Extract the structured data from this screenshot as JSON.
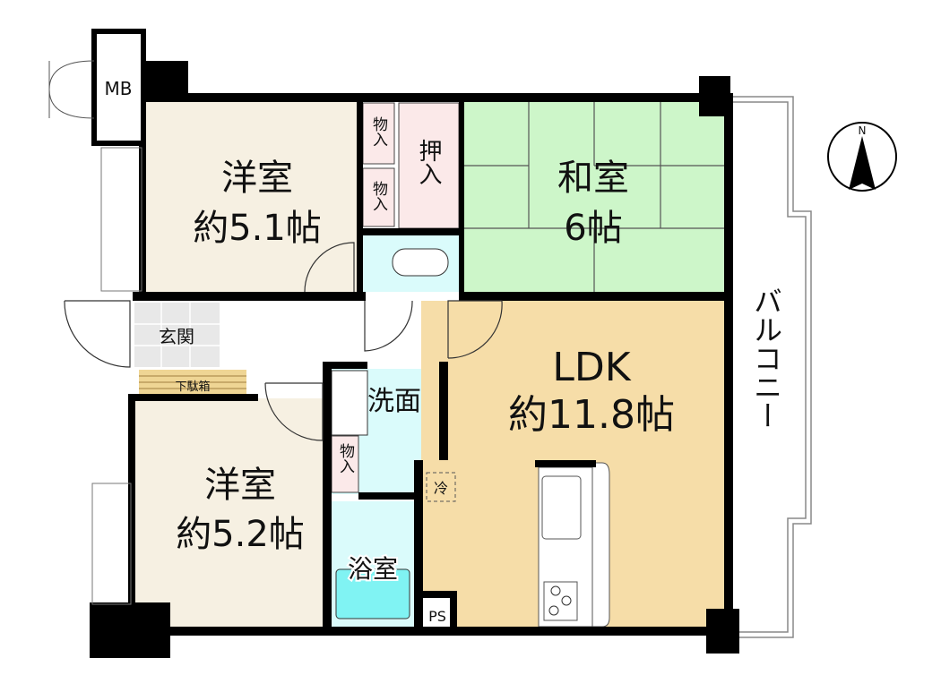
{
  "plan": {
    "mb_label": "MB",
    "compass_label": "N",
    "balcony_label": "バルコニー",
    "rooms": {
      "western1": {
        "name": "洋室",
        "size": "約5.1帖"
      },
      "japanese": {
        "name": "和室",
        "size": "6帖"
      },
      "ldk": {
        "name": "LDK",
        "size": "約11.8帖"
      },
      "western2": {
        "name": "洋室",
        "size": "約5.2帖"
      },
      "washroom": "洗面",
      "bath": "浴室",
      "entrance": "玄関",
      "shoe_box": "下駄箱",
      "closet": "物入",
      "oshiire": "押入",
      "fridge": "冷",
      "ps": "PS"
    },
    "colors": {
      "western": "#f6f0e2",
      "japanese": "#cdf6c9",
      "ldk": "#f6dda8",
      "wet": "#dafbfb",
      "tub": "#80f3f3",
      "closet": "#fbe9e9",
      "entrance": "#e8e8e8",
      "shoe_box": "#efd594",
      "wall": "#000000"
    }
  }
}
